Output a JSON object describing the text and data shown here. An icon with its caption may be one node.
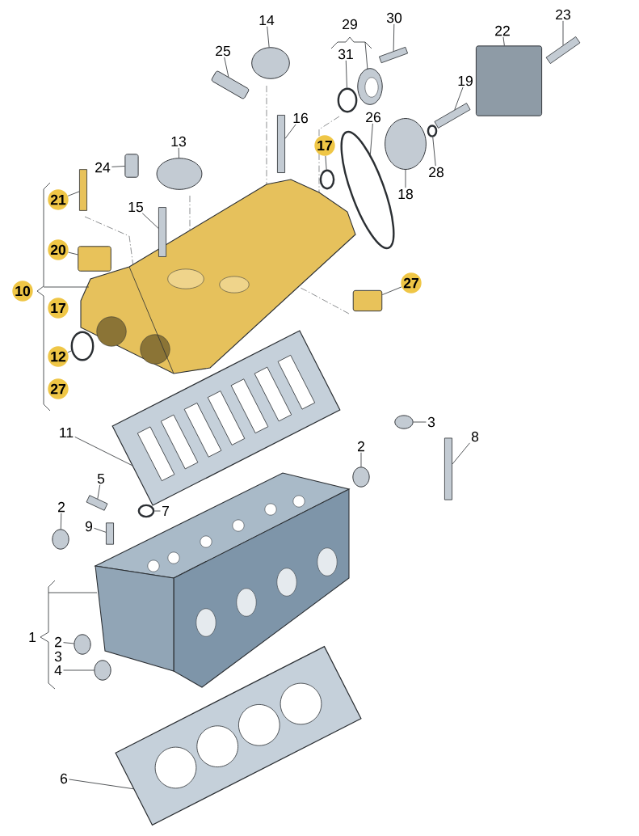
{
  "diagram": {
    "nodes": [
      {
        "text": [
          "14"
        ]
      },
      {
        "text": [
          "25"
        ]
      },
      {
        "text": [
          "31"
        ]
      },
      {
        "text": [
          "30"
        ]
      },
      {
        "text": [
          "22"
        ]
      },
      {
        "text": [
          "23"
        ]
      },
      {
        "text": [
          "19"
        ]
      },
      {
        "text": [
          "16"
        ]
      },
      {
        "text": [
          "26"
        ]
      },
      {
        "text": [
          "28"
        ]
      },
      {
        "text": [
          "18"
        ]
      },
      {
        "text": [
          "17"
        ]
      },
      {
        "text": [
          "13"
        ]
      },
      {
        "text": [
          "24"
        ]
      },
      {
        "text": [
          "21"
        ]
      },
      {
        "text": [
          "15"
        ]
      },
      {
        "text": [
          "20"
        ]
      },
      {
        "text": [
          "10"
        ]
      },
      {
        "text": [
          "17"
        ]
      },
      {
        "text": [
          "27"
        ]
      },
      {
        "text": [
          "12"
        ]
      },
      {
        "text": [
          "27"
        ]
      },
      {
        "text": [
          "11"
        ]
      },
      {
        "text": [
          "3"
        ]
      },
      {
        "text": [
          "8"
        ]
      },
      {
        "text": [
          "2"
        ]
      },
      {
        "text": [
          "5"
        ]
      },
      {
        "text": [
          "7"
        ]
      },
      {
        "text": [
          "2"
        ]
      },
      {
        "text": [
          "9"
        ]
      },
      {
        "text": [
          "2"
        ]
      },
      {
        "text": [
          "4"
        ]
      },
      {
        "text": [
          "6"
        ]
      },
      {
        "text": [],
        "shape": "circle"
      },
      {
        "text": [],
        "shape": "box"
      },
      {
        "text": [],
        "shape": "circle"
      },
      {
        "text": [],
        "shape": "box"
      },
      {
        "text": [],
        "shape": "box"
      },
      {
        "text": [],
        "shape": "box"
      },
      {
        "text": [],
        "shape": "box"
      },
      {
        "text": [],
        "shape": "box"
      },
      {
        "text": [],
        "shape": "circle"
      },
      {
        "text": [],
        "shape": "circle"
      },
      {
        "text": [],
        "shape": "circle"
      },
      {
        "text": [],
        "shape": "circle"
      },
      {
        "text": [],
        "shape": "circle"
      },
      {
        "text": [],
        "shape": "box"
      },
      {
        "text": [],
        "shape": "box"
      },
      {
        "text": [],
        "shape": "box"
      },
      {
        "text": [],
        "shape": "box"
      },
      {
        "text": [],
        "shape": "box"
      },
      {
        "text": [],
        "shape": "circle"
      },
      {
        "text": [],
        "shape": "box"
      },
      {
        "text": [],
        "shape": "circle"
      },
      {
        "text": [],
        "shape": "box"
      },
      {
        "text": [],
        "shape": "circle"
      },
      {
        "text": [],
        "shape": "box"
      },
      {
        "text": [],
        "shape": "circle"
      },
      {
        "text": [],
        "shape": "circle"
      },
      {
        "text": [],
        "shape": "box"
      },
      {
        "text": [],
        "shape": "circle"
      },
      {
        "text": [],
        "shape": "circle"
      },
      {
        "text": [],
        "shape": "box"
      }
    ],
    "edges": [
      {
        "from": 0,
        "to": 33,
        "arrow": "none"
      },
      {
        "from": 1,
        "to": 34,
        "arrow": "none"
      },
      {
        "from": 2,
        "to": 35,
        "arrow": "none"
      },
      {
        "from": 3,
        "to": 36,
        "arrow": "none"
      },
      {
        "from": 5,
        "to": 37,
        "arrow": "none"
      },
      {
        "from": 4,
        "to": 38,
        "arrow": "none"
      },
      {
        "from": 6,
        "to": 39,
        "arrow": "none"
      },
      {
        "from": 7,
        "to": 40,
        "arrow": "none"
      },
      {
        "from": 8,
        "to": 41,
        "arrow": "none"
      },
      {
        "from": 9,
        "to": 42,
        "arrow": "none"
      },
      {
        "from": 10,
        "to": 43,
        "arrow": "none"
      },
      {
        "from": 11,
        "to": 44,
        "arrow": "none"
      },
      {
        "from": 12,
        "to": 45,
        "arrow": "none"
      },
      {
        "from": 13,
        "to": 46,
        "arrow": "none"
      },
      {
        "from": 14,
        "to": 47,
        "arrow": "none"
      },
      {
        "from": 15,
        "to": 48,
        "arrow": "none"
      },
      {
        "from": 16,
        "to": 49,
        "arrow": "none"
      },
      {
        "from": 19,
        "to": 50,
        "arrow": "none"
      },
      {
        "from": 20,
        "to": 51,
        "arrow": "none"
      },
      {
        "from": 22,
        "to": 52,
        "arrow": "none"
      },
      {
        "from": 23,
        "to": 53,
        "arrow": "none"
      },
      {
        "from": 24,
        "to": 54,
        "arrow": "none"
      },
      {
        "from": 25,
        "to": 55,
        "arrow": "none"
      },
      {
        "from": 26,
        "to": 56,
        "arrow": "none"
      },
      {
        "from": 27,
        "to": 57,
        "arrow": "none"
      },
      {
        "from": 28,
        "to": 58,
        "arrow": "none"
      },
      {
        "from": 29,
        "to": 59,
        "arrow": "none"
      },
      {
        "from": 30,
        "to": 60,
        "arrow": "none"
      },
      {
        "from": 31,
        "to": 61,
        "arrow": "none"
      },
      {
        "from": 32,
        "to": 62,
        "arrow": "none"
      }
    ],
    "labels": [
      "29",
      "1",
      "3"
    ]
  }
}
